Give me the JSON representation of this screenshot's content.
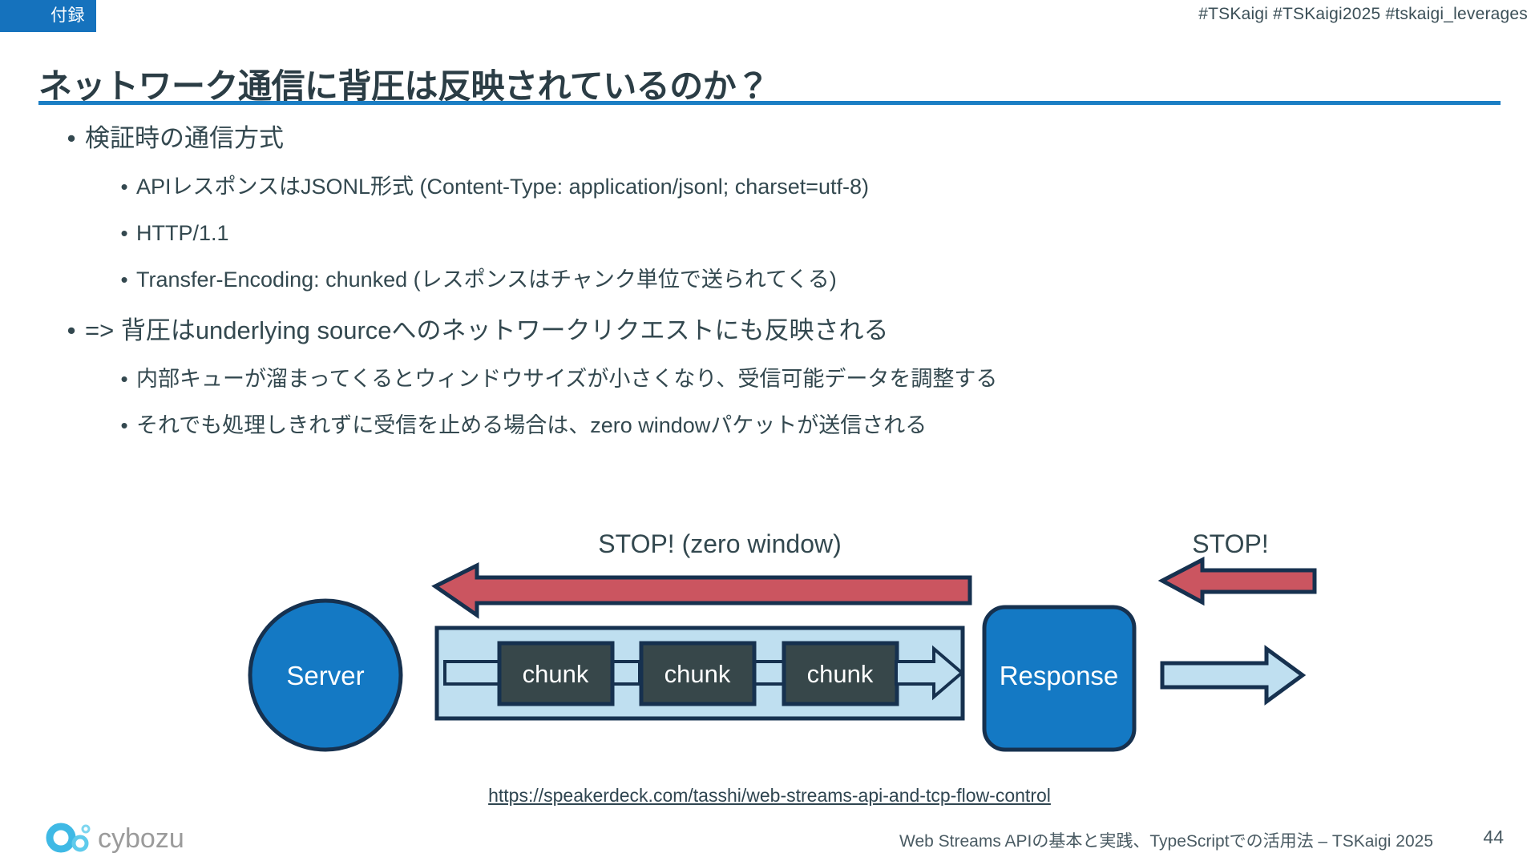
{
  "header": {
    "badge_label": "付録",
    "hashtags": "#TSKaigi #TSKaigi2025 #tskaigi_leverages",
    "title": "ネットワーク通信に背圧は反映されているのか？",
    "accent_color": "#1572bd",
    "rule_color": "#1b7ec4"
  },
  "bullets": [
    {
      "level": 1,
      "marker": "•",
      "text": "検証時の通信方式"
    },
    {
      "level": 2,
      "marker": "•",
      "text": "APIレスポンスはJSONL形式 (Content-Type: application/jsonl; charset=utf-8)"
    },
    {
      "level": 2,
      "marker": "•",
      "text": "HTTP/1.1"
    },
    {
      "level": 2,
      "marker": "•",
      "text": "Transfer-Encoding: chunked (レスポンスはチャンク単位で送られてくる)"
    },
    {
      "level": 1,
      "marker": "•",
      "text": "=> 背圧はunderlying sourceへのネットワークリクエストにも反映される"
    },
    {
      "level": 2,
      "marker": "•",
      "text": "内部キューが溜まってくるとウィンドウサイズが小さくなり、受信可能データを調整する"
    },
    {
      "level": 2,
      "marker": "•",
      "text": "それでも処理しきれずに受信を止める場合は、zero windowパケットが送信される"
    }
  ],
  "diagram": {
    "server_label": "Server",
    "response_label": "Response",
    "chunk_labels": [
      "chunk",
      "chunk",
      "chunk"
    ],
    "stop_zero_window_label": "STOP! (zero window)",
    "stop_label": "STOP!",
    "colors": {
      "node_blue": "#1479c4",
      "pipe_light_blue": "#bfdff0",
      "chunk_dark": "#37474a",
      "stroke_navy": "#16314f",
      "arrow_red": "#cb5560"
    }
  },
  "source": {
    "url": "https://speakerdeck.com/tasshi/web-streams-api-and-tcp-flow-control"
  },
  "footer": {
    "brand": "cybozu",
    "deck_title": "Web Streams APIの基本と実践、TypeScriptでの活用法 – TSKaigi 2025",
    "page_number": "44",
    "logo_color": "#55c3e8",
    "brand_text_color": "#9b9b9b"
  }
}
